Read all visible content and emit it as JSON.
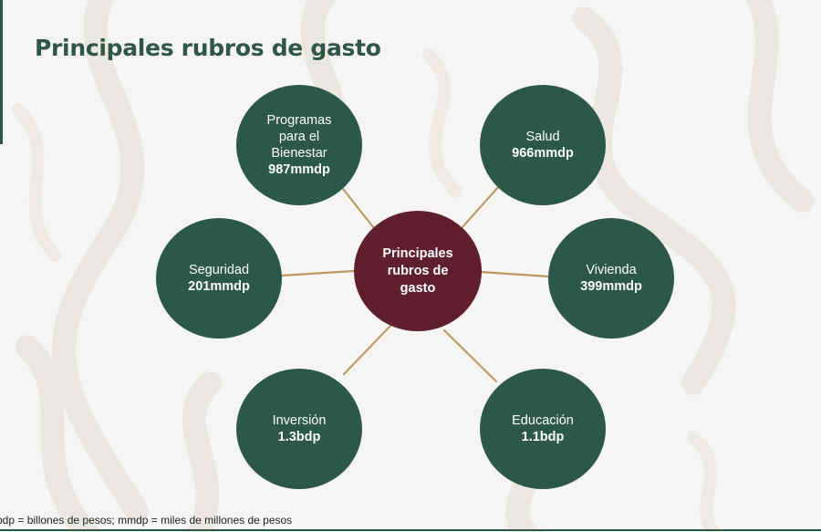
{
  "title": "Principales rubros de gasto",
  "center": {
    "label": "Principales\nrubros de\ngasto"
  },
  "nodes": [
    {
      "id": "programas",
      "label": "Programas\npara el\nBienestar",
      "value": "987mmdp"
    },
    {
      "id": "salud",
      "label": "Salud",
      "value": "966mmdp"
    },
    {
      "id": "seguridad",
      "label": "Seguridad",
      "value": "201mmdp"
    },
    {
      "id": "vivienda",
      "label": "Vivienda",
      "value": "399mmdp"
    },
    {
      "id": "inversion",
      "label": "Inversión",
      "value": "1.3bdp"
    },
    {
      "id": "educacion",
      "label": "Educación",
      "value": "1.1bdp"
    }
  ],
  "footnote": "bdp = billones de pesos; mmdp = miles de millones de pesos",
  "colors": {
    "node_fill": "#2c5849",
    "center_fill": "#5f1f2f",
    "connector": "#b99a64",
    "title": "#2f5647"
  }
}
